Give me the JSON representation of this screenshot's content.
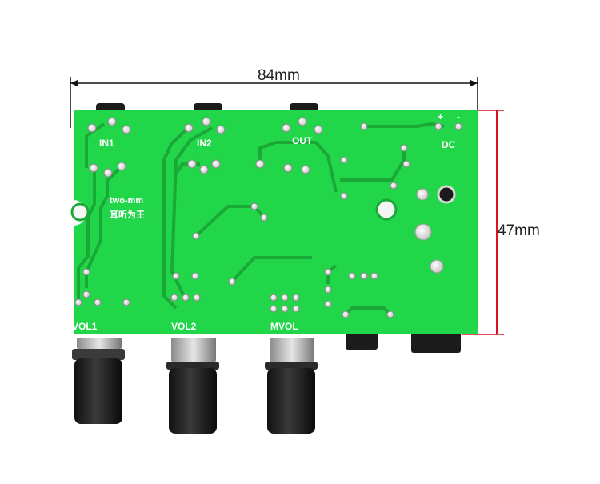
{
  "dimensions": {
    "width": "84mm",
    "height": "47mm"
  },
  "board": {
    "color": "#22d64a",
    "trace_color": "#1faf3c",
    "labels": {
      "in1": "IN1",
      "in2": "IN2",
      "out": "OUT",
      "dc": "DC",
      "plus": "+",
      "minus": "-",
      "vol1": "VOL1",
      "vol2": "VOL2",
      "mvol": "MVOL"
    },
    "logo_line1": "two-mm",
    "logo_line2": "耳听为王"
  },
  "colors": {
    "dimension_line_black": "#111111",
    "dimension_line_red": "#d9141f"
  }
}
